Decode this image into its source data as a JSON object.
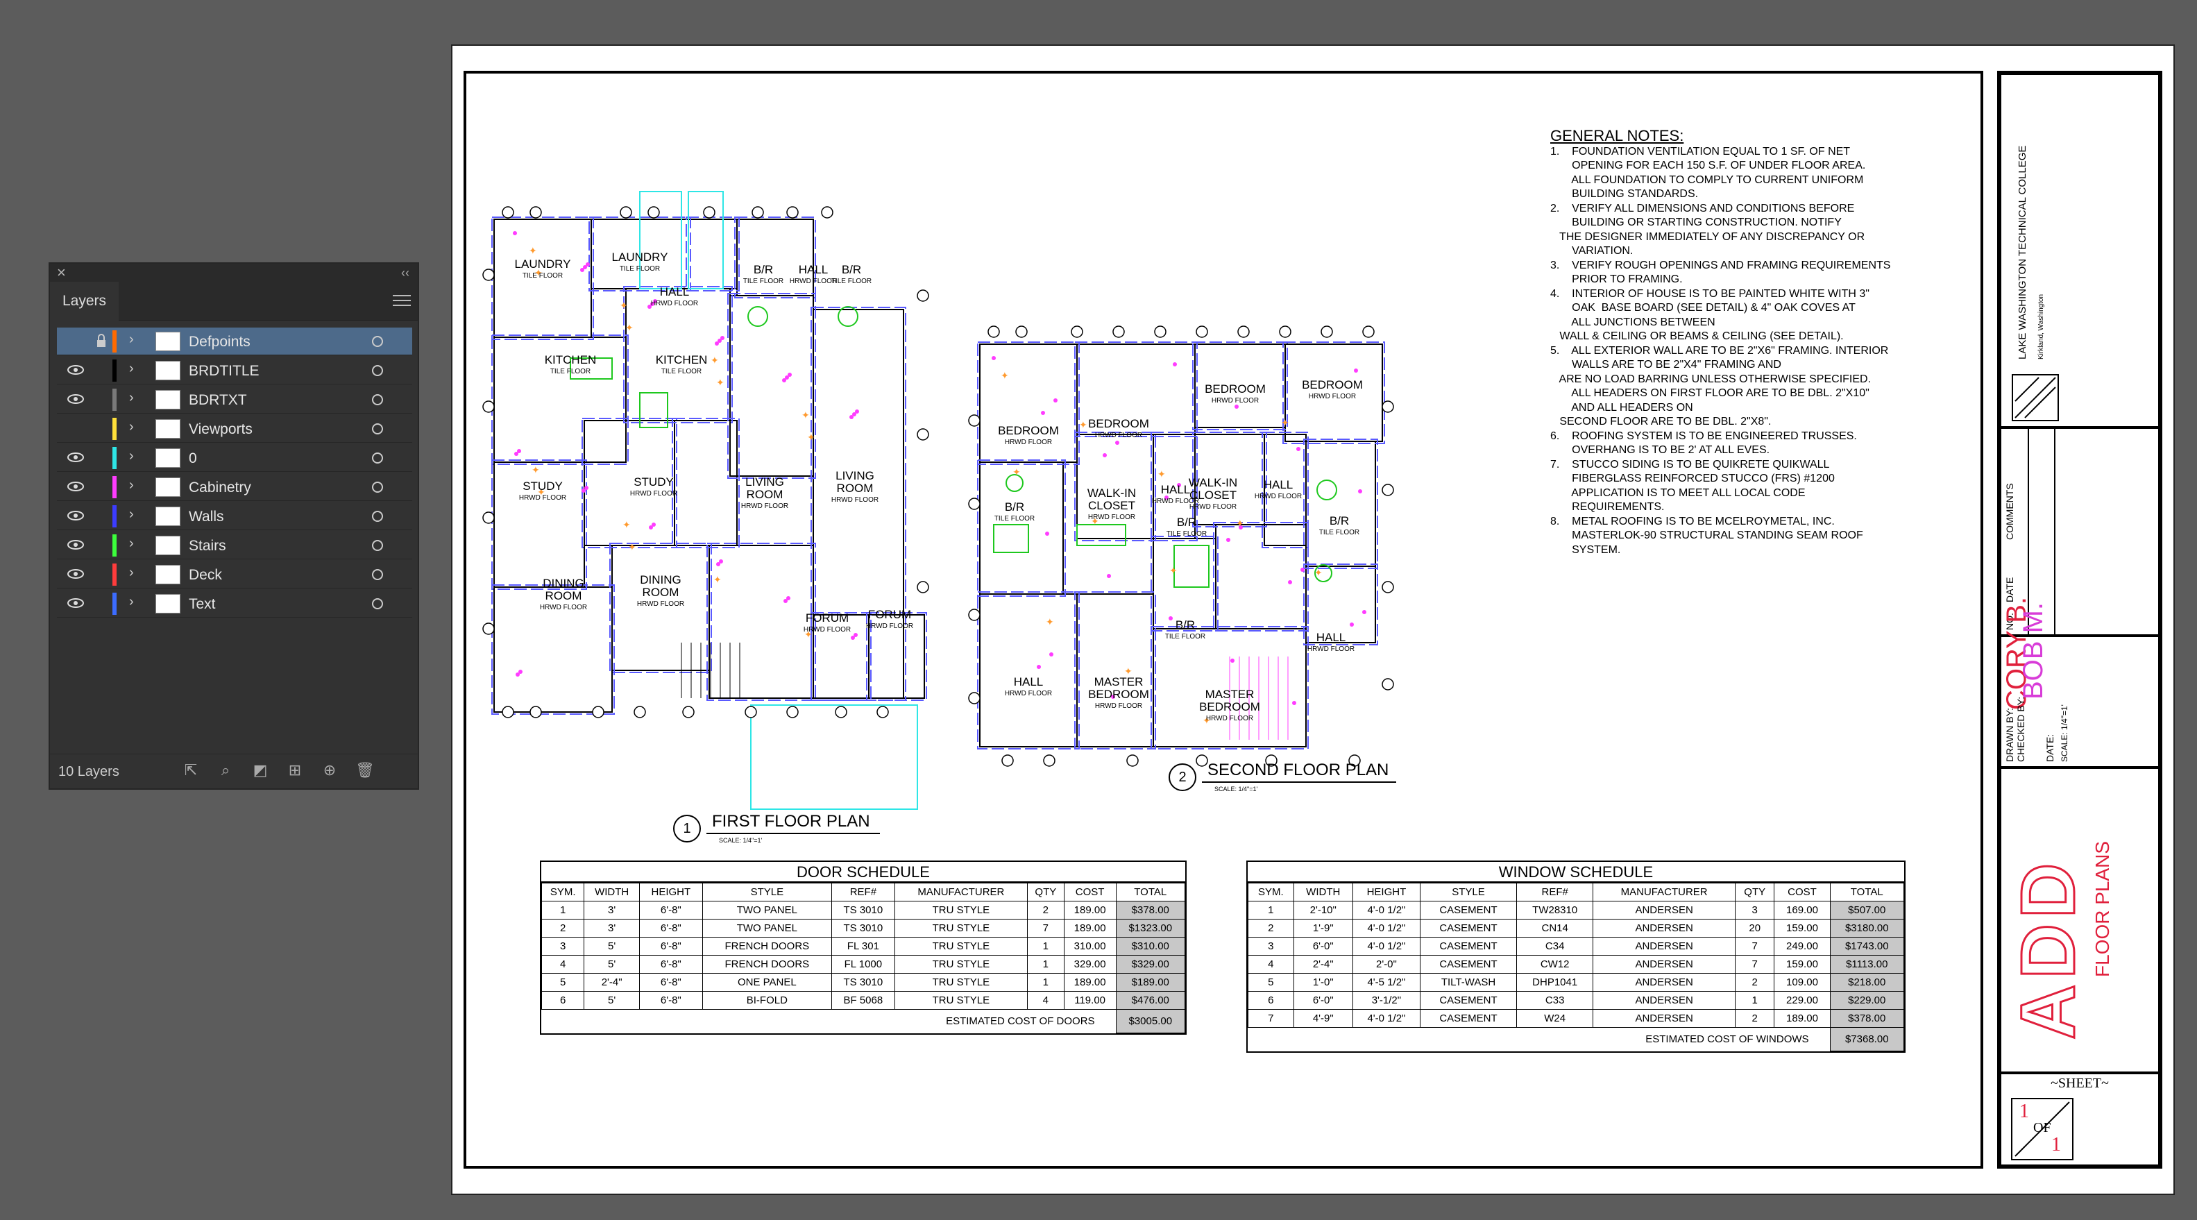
{
  "layers_panel": {
    "tab_label": "Layers",
    "count_label": "10 Layers",
    "layers": [
      {
        "name": "Defpoints",
        "color": "#ff6a00",
        "visible": false,
        "locked": true,
        "selected": true
      },
      {
        "name": "BRDTITLE",
        "color": "#000000",
        "visible": true,
        "locked": false,
        "selected": false
      },
      {
        "name": "BDRTXT",
        "color": "#7a7a7a",
        "visible": true,
        "locked": false,
        "selected": false
      },
      {
        "name": "Viewports",
        "color": "#ffe03a",
        "visible": false,
        "locked": false,
        "selected": false
      },
      {
        "name": "0",
        "color": "#2ee6e6",
        "visible": true,
        "locked": false,
        "selected": false
      },
      {
        "name": "Cabinetry",
        "color": "#ff3cff",
        "visible": true,
        "locked": false,
        "selected": false
      },
      {
        "name": "Walls",
        "color": "#3c3cff",
        "visible": true,
        "locked": false,
        "selected": false
      },
      {
        "name": "Stairs",
        "color": "#3cff3c",
        "visible": true,
        "locked": false,
        "selected": false
      },
      {
        "name": "Deck",
        "color": "#ff3c3c",
        "visible": true,
        "locked": false,
        "selected": false
      },
      {
        "name": "Text",
        "color": "#3c6cff",
        "visible": true,
        "locked": false,
        "selected": false
      }
    ]
  },
  "first_floor": {
    "number": "1",
    "title": "FIRST FLOOR PLAN",
    "scale": "SCALE: 1/4\"=1'",
    "rooms": [
      {
        "name": "LAUNDRY",
        "floor": "TILE FLOOR"
      },
      {
        "name": "LAUNDRY",
        "floor": "TILE FLOOR"
      },
      {
        "name": "HALL",
        "floor": "HRWD FLOOR"
      },
      {
        "name": "B/R",
        "floor": "TILE FLOOR"
      },
      {
        "name": "HALL",
        "floor": "HRWD FLOOR"
      },
      {
        "name": "B/R",
        "floor": "TILE FLOOR"
      },
      {
        "name": "KITCHEN",
        "floor": "TILE FLOOR"
      },
      {
        "name": "KITCHEN",
        "floor": "TILE FLOOR"
      },
      {
        "name": "STUDY",
        "floor": "HRWD FLOOR"
      },
      {
        "name": "STUDY",
        "floor": "HRWD FLOOR"
      },
      {
        "name": "LIVING ROOM",
        "floor": "HRWD FLOOR"
      },
      {
        "name": "LIVING ROOM",
        "floor": "HRWD FLOOR"
      },
      {
        "name": "DINING ROOM",
        "floor": "HRWD FLOOR"
      },
      {
        "name": "DINING ROOM",
        "floor": "HRWD FLOOR"
      },
      {
        "name": "FORUM",
        "floor": "HRWD FLOOR"
      },
      {
        "name": "FORUM",
        "floor": "HRWD FLOOR"
      }
    ]
  },
  "second_floor": {
    "number": "2",
    "title": "SECOND FLOOR PLAN",
    "scale": "SCALE: 1/4\"=1'",
    "rooms": [
      {
        "name": "BEDROOM",
        "floor": "HRWD FLOOR"
      },
      {
        "name": "BEDROOM",
        "floor": "HRWD FLOOR"
      },
      {
        "name": "BEDROOM",
        "floor": "HRWD FLOOR"
      },
      {
        "name": "BEDROOM",
        "floor": "HRWD FLOOR"
      },
      {
        "name": "B/R",
        "floor": "TILE FLOOR"
      },
      {
        "name": "WALK-IN CLOSET",
        "floor": "HRWD FLOOR"
      },
      {
        "name": "HALL",
        "floor": "HRWD FLOOR"
      },
      {
        "name": "WALK-IN CLOSET",
        "floor": "HRWD FLOOR"
      },
      {
        "name": "HALL",
        "floor": "HRWD FLOOR"
      },
      {
        "name": "B/R",
        "floor": "TILE FLOOR"
      },
      {
        "name": "B/R",
        "floor": "TILE FLOOR"
      },
      {
        "name": "B/R",
        "floor": "TILE FLOOR"
      },
      {
        "name": "HALL",
        "floor": "HRWD FLOOR"
      },
      {
        "name": "HALL",
        "floor": "HRWD FLOOR"
      },
      {
        "name": "MASTER BEDROOM",
        "floor": "HRWD FLOOR"
      },
      {
        "name": "MASTER BEDROOM",
        "floor": "HRWD FLOOR"
      }
    ]
  },
  "general_notes": {
    "title": "GENERAL NOTES:",
    "lines": [
      "1.    FOUNDATION VENTILATION EQUAL TO 1 SF. OF NET",
      "       OPENING FOR EACH 150 S.F. OF UNDER FLOOR AREA.",
      "       ALL FOUNDATION TO COMPLY TO CURRENT UNIFORM",
      "       BUILDING STANDARDS.",
      "2.    VERIFY ALL DIMENSIONS AND CONDITIONS BEFORE",
      "       BUILDING OR STARTING CONSTRUCTION. NOTIFY",
      "   THE DESIGNER IMMEDIATELY OF ANY DISCREPANCY OR",
      "       VARIATION.",
      "3.    VERIFY ROUGH OPENINGS AND FRAMING REQUIREMENTS",
      "       PRIOR TO FRAMING.",
      "4.    INTERIOR OF HOUSE IS TO BE PAINTED WHITE WITH 3\"",
      "       OAK  BASE BOARD (SEE DETAIL) & 4\" OAK COVES AT",
      "       ALL JUNCTIONS BETWEEN",
      "   WALL & CEILING OR BEAMS & CEILING (SEE DETAIL).",
      "5.    ALL EXTERIOR WALL ARE TO BE 2\"X6\" FRAMING. INTERIOR",
      "       WALLS ARE TO BE 2\"X4\" FRAMING AND",
      "   ARE NO LOAD BARRING UNLESS OTHERWISE SPECIFIED.",
      "       ALL HEADERS ON FIRST FLOOR ARE TO BE DBL. 2\"X10\"",
      "       AND ALL HEADERS ON",
      "   SECOND FLOOR ARE TO BE DBL. 2\"X8\".",
      "6.    ROOFING SYSTEM IS TO BE ENGINEERED TRUSSES.",
      "       OVERHANG IS TO BE 2' AT ALL EVES.",
      "7.    STUCCO SIDING IS TO BE QUIKRETE QUIKWALL",
      "       FIBERGLASS REINFORCED STUCCO (FRS) #1200",
      "       APPLICATION IS TO MEET ALL LOCAL CODE",
      "       REQUIREMENTS.",
      "8.    METAL ROOFING IS TO BE MCELROYMETAL, INC.",
      "       MASTERLOK-90 STRUCTURAL STANDING SEAM ROOF",
      "       SYSTEM."
    ]
  },
  "door_schedule": {
    "title": "DOOR SCHEDULE",
    "headers": [
      "SYM.",
      "WIDTH",
      "HEIGHT",
      "STYLE",
      "REF#",
      "MANUFACTURER",
      "QTY",
      "COST",
      "TOTAL"
    ],
    "rows": [
      [
        "1",
        "3'",
        "6'-8\"",
        "TWO PANEL",
        "TS 3010",
        "TRU STYLE",
        "2",
        "189.00",
        "$378.00"
      ],
      [
        "2",
        "3'",
        "6'-8\"",
        "TWO PANEL",
        "TS 3010",
        "TRU STYLE",
        "7",
        "189.00",
        "$1323.00"
      ],
      [
        "3",
        "5'",
        "6'-8\"",
        "FRENCH DOORS",
        "FL 301",
        "TRU STYLE",
        "1",
        "310.00",
        "$310.00"
      ],
      [
        "4",
        "5'",
        "6'-8\"",
        "FRENCH DOORS",
        "FL 1000",
        "TRU STYLE",
        "1",
        "329.00",
        "$329.00"
      ],
      [
        "5",
        "2'-4\"",
        "6'-8\"",
        "ONE PANEL",
        "TS 3010",
        "TRU STYLE",
        "1",
        "189.00",
        "$189.00"
      ],
      [
        "6",
        "5'",
        "6'-8\"",
        "BI-FOLD",
        "BF 5068",
        "TRU STYLE",
        "4",
        "119.00",
        "$476.00"
      ]
    ],
    "estimate_label": "ESTIMATED COST OF DOORS",
    "estimate_value": "$3005.00"
  },
  "window_schedule": {
    "title": "WINDOW SCHEDULE",
    "headers": [
      "SYM.",
      "WIDTH",
      "HEIGHT",
      "STYLE",
      "REF#",
      "MANUFACTURER",
      "QTY",
      "COST",
      "TOTAL"
    ],
    "rows": [
      [
        "1",
        "2'-10\"",
        "4'-0 1/2\"",
        "CASEMENT",
        "TW28310",
        "ANDERSEN",
        "3",
        "169.00",
        "$507.00"
      ],
      [
        "2",
        "1'-9\"",
        "4'-0 1/2\"",
        "CASEMENT",
        "CN14",
        "ANDERSEN",
        "20",
        "159.00",
        "$3180.00"
      ],
      [
        "3",
        "6'-0\"",
        "4'-0 1/2\"",
        "CASEMENT",
        "C34",
        "ANDERSEN",
        "7",
        "249.00",
        "$1743.00"
      ],
      [
        "4",
        "2'-4\"",
        "2'-0\"",
        "CASEMENT",
        "CW12",
        "ANDERSEN",
        "7",
        "159.00",
        "$1113.00"
      ],
      [
        "5",
        "1'-0\"",
        "4'-5 1/2\"",
        "TILT-WASH",
        "DHP1041",
        "ANDERSEN",
        "2",
        "109.00",
        "$218.00"
      ],
      [
        "6",
        "6'-0\"",
        "3'-1/2\"",
        "CASEMENT",
        "C33",
        "ANDERSEN",
        "1",
        "229.00",
        "$229.00"
      ],
      [
        "7",
        "4'-9\"",
        "4'-0 1/2\"",
        "CASEMENT",
        "W24",
        "ANDERSEN",
        "2",
        "189.00",
        "$378.00"
      ]
    ],
    "estimate_label": "ESTIMATED COST OF WINDOWS",
    "estimate_value": "$7368.00"
  },
  "title_block": {
    "school": "LAKE WASHINGTON TECHNICAL COLLEGE",
    "location": "Kirkland, Washington",
    "col_comments": "COMMENTS",
    "col_date": "DATE",
    "col_no": "NO.",
    "drawn_label": "DRAWN BY:",
    "drawn_name": "CORY B.",
    "checked_label": "CHECKED BY:",
    "checked_name": "BOB M.",
    "date_label": "DATE:",
    "scale_label": "SCALE: 1/4\"=1'",
    "sheet_title": "FLOOR PLANS",
    "logo_text": "ADD",
    "sheet_label": "~SHEET~",
    "sheet_num": "1",
    "sheet_of": "OF",
    "sheet_total": "1",
    "accent_color": "#e0203c",
    "magenta_color": "#d83cd8"
  }
}
